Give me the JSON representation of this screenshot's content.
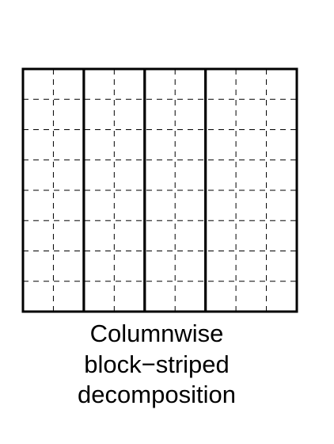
{
  "diagram": {
    "title_lines": [
      "Columnwise",
      "block−striped",
      "decomposition"
    ],
    "grid_columns": 9,
    "grid_rows": 8,
    "block_count": 4,
    "block_column_boundaries": [
      2,
      4,
      6
    ],
    "line_color": "#000000",
    "background": "#ffffff"
  }
}
